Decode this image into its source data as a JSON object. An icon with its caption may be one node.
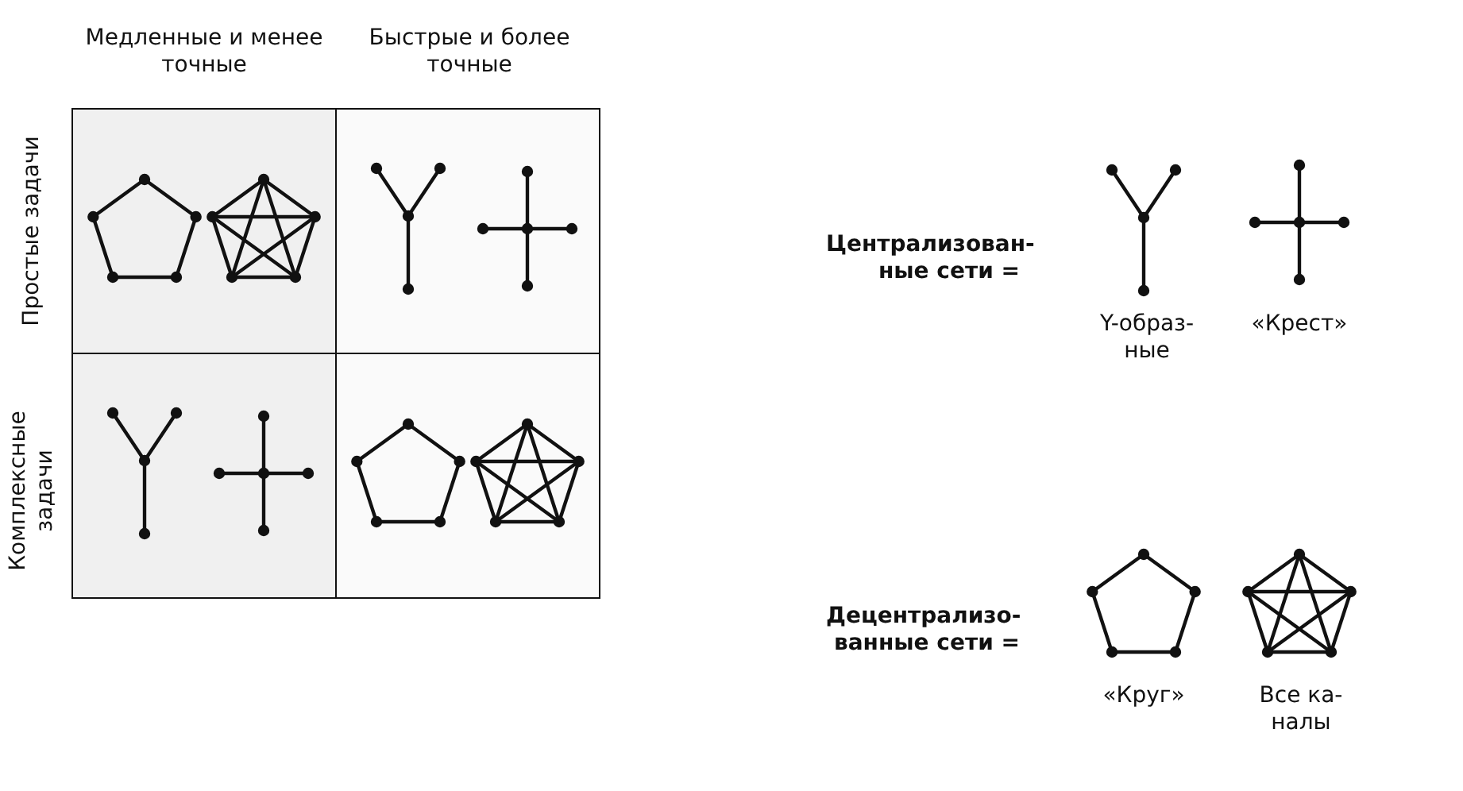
{
  "diagram": {
    "labels": [
      "Медленные и менее точные",
      "Быстрые и более точные",
      "Простые задачи",
      "Централизован-ные сети =",
      "Y-образ-ные",
      "«Крест»",
      "Комплексные задачи",
      "Децентрализо-ванные сети =",
      "«Круг»",
      "Все ка-налы"
    ]
  }
}
